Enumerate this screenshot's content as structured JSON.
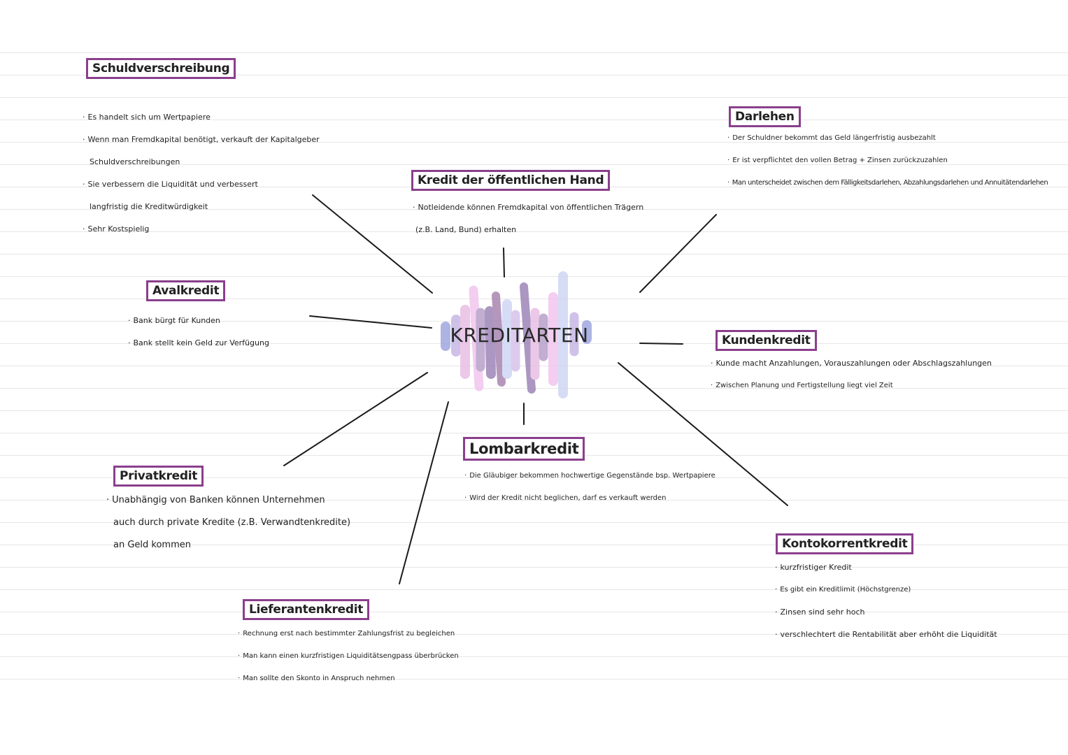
{
  "colors": {
    "box_border": "#8a3f8c",
    "ruled_line": "#e6e6e6",
    "connector": "#1a1a1a",
    "center_stripes": [
      "#c7b8e6",
      "#e9bfe4",
      "#b7a0c9",
      "#9d86b8",
      "#f1c6ee",
      "#cfd6f4",
      "#a986b1",
      "#d7c3ea"
    ]
  },
  "center": {
    "title": "KREDITARTEN"
  },
  "nodes": {
    "schuldverschreibung": {
      "title": "Schuldverschreibung",
      "bullets": [
        "Es handelt sich um Wertpapiere",
        "Wenn man Fremdkapital benötigt, verkauft der Kapitalgeber",
        "Schuldverschreibungen",
        "Sie verbessern die Liquidität und verbessert",
        "langfristig die Kreditwürdigkeit",
        "Sehr Kostspielig"
      ]
    },
    "oeffentliche_hand": {
      "title": "Kredit der öffentlichen Hand",
      "bullets": [
        "Notleidende können Fremdkapital von öffentlichen Trägern",
        "(z.B. Land, Bund) erhalten"
      ]
    },
    "darlehen": {
      "title": "Darlehen",
      "bullets": [
        "Der Schuldner bekommt das Geld längerfristig ausbezahlt",
        "Er ist verpflichtet den vollen Betrag + Zinsen zurückzuzahlen",
        "Man unterscheidet zwischen dem Fälligkeitsdarlehen, Abzahlungsdarlehen und Annuitätendarlehen"
      ]
    },
    "avalkredit": {
      "title": "Avalkredit",
      "bullets": [
        "Bank bürgt für Kunden",
        "Bank stellt kein Geld zur Verfügung"
      ]
    },
    "kundenkredit": {
      "title": "Kundenkredit",
      "bullets": [
        "Kunde macht Anzahlungen, Vorauszahlungen oder Abschlagszahlungen",
        "Zwischen Planung und Fertigstellung liegt viel Zeit"
      ]
    },
    "lombardkredit": {
      "title": "Lombarkredit",
      "bullets": [
        "Die Gläubiger bekommen hochwertige Gegenstände bsp. Wertpapiere",
        "Wird der Kredit nicht beglichen, darf es verkauft werden"
      ]
    },
    "privatkredit": {
      "title": "Privatkredit",
      "bullets": [
        "Unabhängig von Banken können Unternehmen",
        "auch durch private Kredite (z.B. Verwandtenkredite)",
        "an Geld kommen"
      ]
    },
    "kontokorrentkredit": {
      "title": "Kontokorrentkredit",
      "bullets": [
        "kurzfristiger Kredit",
        "Es gibt ein Kreditlimit (Höchstgrenze)",
        "Zinsen sind sehr hoch",
        "verschlechtert die Rentabilität aber erhöht die Liquidität"
      ]
    },
    "lieferantenkredit": {
      "title": "Lieferantenkredit",
      "bullets": [
        "Rechnung erst nach bestimmter Zahlungsfrist zu begleichen",
        "Man kann einen kurzfristigen Liquiditätsengpass überbrücken",
        "Man sollte den Skonto in Anspruch nehmen"
      ]
    }
  }
}
